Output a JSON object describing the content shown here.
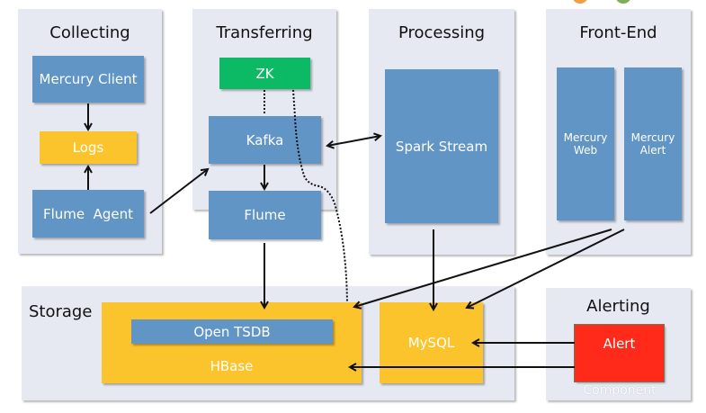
{
  "panels": {
    "collecting": "Collecting",
    "transferring": "Transferring",
    "processing": "Processing",
    "frontend": "Front-End",
    "storage": "Storage",
    "alerting": "Alerting"
  },
  "components": {
    "mercury_client": "Mercury Client",
    "logs": "Logs",
    "flume_agent": "Flume  Agent",
    "zk": "ZK",
    "kafka": "Kafka",
    "flume": "Flume",
    "spark_stream": "Spark Stream",
    "mercury_web_1": "Mercury",
    "mercury_web_2": "Web",
    "mercury_alert_1": "Mercury",
    "mercury_alert_2": "Alert",
    "open_tsdb": "Open TSDB",
    "hbase": "HBase",
    "mysql": "MySQL",
    "alert": "Alert",
    "alert_caption": "Component"
  },
  "colors": {
    "blue": "#6195c6",
    "yellow": "#fcc42c",
    "green": "#0cba65",
    "red": "#ff2a1a",
    "panel": "#e6e9f2"
  }
}
